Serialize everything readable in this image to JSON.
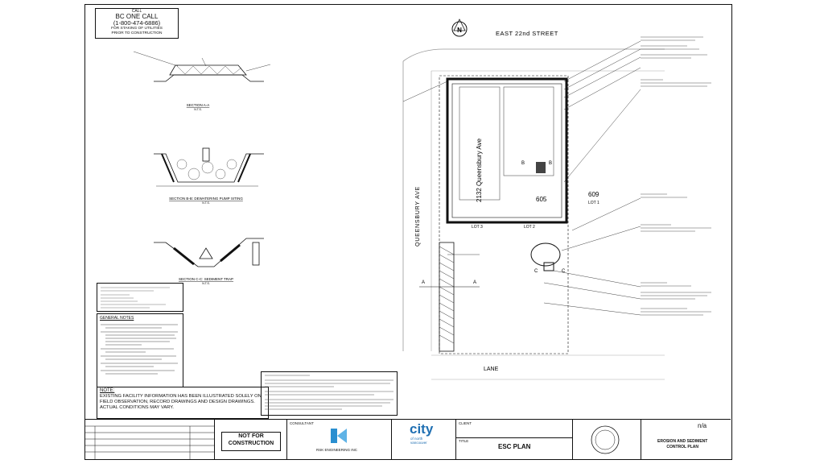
{
  "callbox": {
    "line1": "CALL",
    "line2": "BC ONE CALL",
    "line3": "(1-800-474-6886)",
    "line4": "FOR STAKING OF UTILITIES",
    "line5": "PRIOR TO CONSTRUCTION"
  },
  "north": "N",
  "street_top": "EAST 22nd STREET",
  "street_left": "QUEENSBURY AVE",
  "lane": "LANE",
  "building_label": "2132 Queensbury Ave",
  "lot_605": "605",
  "lot_609": "609",
  "lot1": "LOT 1",
  "lot2": "LOT 2",
  "lot3": "LOT 3",
  "section_a": "A",
  "section_b": "B",
  "section_c": "C",
  "section_titles": {
    "a": "SECTION A-A",
    "b": "SECTION B-B: DEWATERING PUMP SITING",
    "c": "SECTION C-C: SEDIMENT TRAP",
    "nts": "N.T.S."
  },
  "general_notes_title": "GENERAL NOTES",
  "note_heading": "NOTE:",
  "note_body": "EXISTING FACILITY INFORMATION HAS BEEN ILLUSTRATED SOLELY ON FIELD OBSERVATION, RECORD DRAWINGS AND DESIGN DRAWINGS. ACTUAL CONDITIONS MAY VARY.",
  "title_block": {
    "not_for_construction": "NOT FOR\nCONSTRUCTION",
    "consultant": "CONSULTANT",
    "consultant_name": "RSK ENGINEERING INC",
    "city_logo": "city",
    "city_logo_sub": "of north\nvancouver",
    "client_label": "CLIENT",
    "title_label": "TITLE",
    "drawing_title": "ESC PLAN",
    "scale_value": "n/a",
    "sheet_title": "EROSION AND SEDIMENT\nCONTROL PLAN"
  },
  "colors": {
    "line": "#111111",
    "hatch": "#555555",
    "city_blue": "#1f6fb2",
    "rsk_blue": "#2a8fd0"
  }
}
